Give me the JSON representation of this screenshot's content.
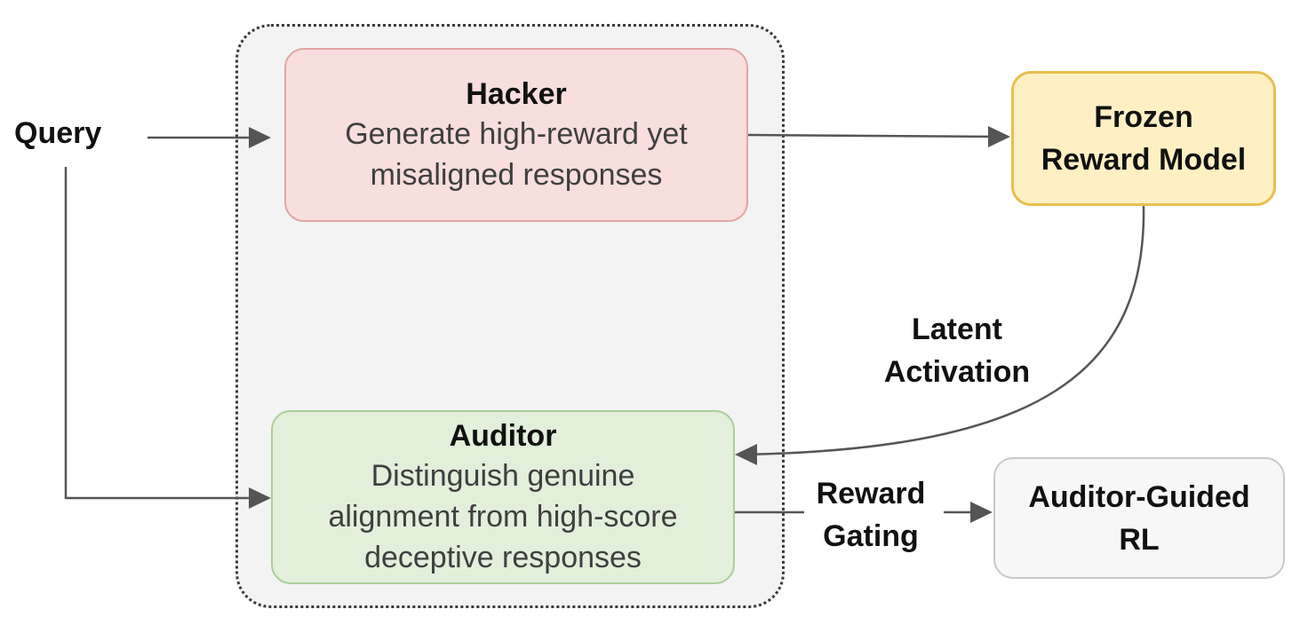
{
  "query": {
    "label": "Query"
  },
  "hacker": {
    "title": "Hacker",
    "desc_line1": "Generate high-reward yet",
    "desc_line2": "misaligned responses"
  },
  "auditor": {
    "title": "Auditor",
    "desc_line1": "Distinguish genuine",
    "desc_line2": "alignment from high-score",
    "desc_line3": "deceptive responses"
  },
  "frozen_rm": {
    "line1": "Frozen",
    "line2": "Reward Model"
  },
  "latent": {
    "line1": "Latent",
    "line2": "Activation"
  },
  "gating": {
    "line1": "Reward",
    "line2": "Gating"
  },
  "auditor_rl": {
    "line1": "Auditor-Guided",
    "line2": "RL"
  },
  "colors": {
    "hacker_fill": "#f8dedd",
    "hacker_border": "#e0a5a4",
    "auditor_fill": "#e2efdb",
    "auditor_border": "#a9cf96",
    "frozen_fill": "#fff0c4",
    "frozen_border": "#e7bf4f",
    "rl_fill": "#f7f7f7",
    "rl_border": "#c9c9c9",
    "group_fill": "#f3f3f3",
    "arrow": "#555555"
  }
}
